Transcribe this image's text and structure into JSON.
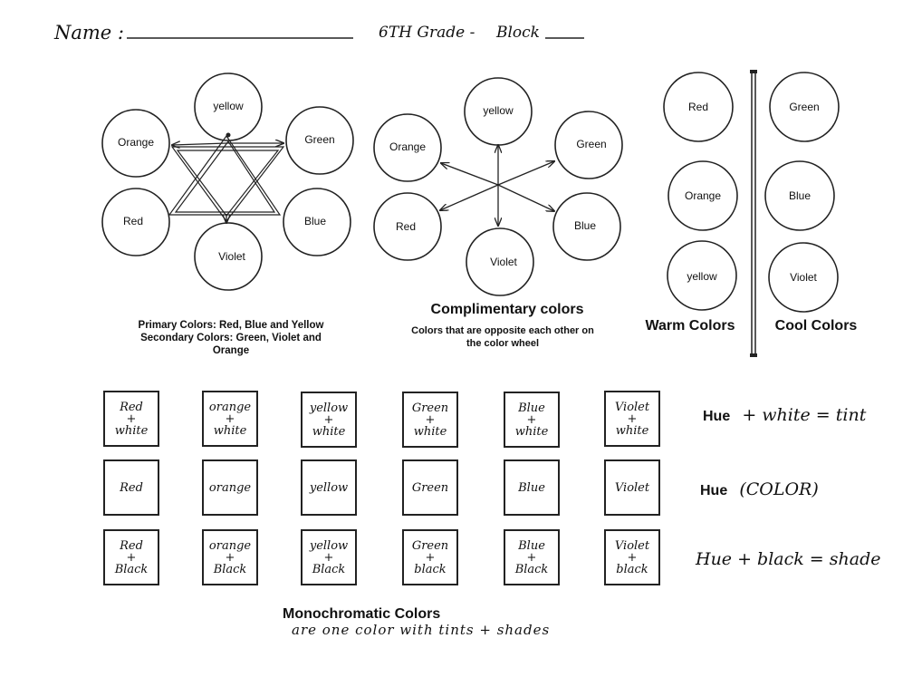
{
  "header": {
    "name_label": "Name :",
    "grade_label": "6TH Grade -",
    "block_label": "Block"
  },
  "wheel1": {
    "circles": [
      "yellow",
      "Orange",
      "Green",
      "Red",
      "Blue",
      "Violet"
    ],
    "caption_line1": "Primary Colors: Red, Blue and Yellow",
    "caption_line2": "Secondary Colors: Green, Violet and",
    "caption_line3": "Orange"
  },
  "wheel2": {
    "circles": [
      "yellow",
      "Orange",
      "Green",
      "Red",
      "Blue",
      "Violet"
    ],
    "title": "Complimentary colors",
    "caption_line1": "Colors that are opposite each other on",
    "caption_line2": "the color wheel"
  },
  "warm": {
    "circles": [
      "Red",
      "Orange",
      "yellow"
    ],
    "title": "Warm Colors"
  },
  "cool": {
    "circles": [
      "Green",
      "Blue",
      "Violet"
    ],
    "title": "Cool Colors"
  },
  "grid": {
    "tints": [
      "Red\n+\nwhite",
      "orange\n+\nwhite",
      "yellow\n+\nwhite",
      "Green\n+\nwhite",
      "Blue\n+\nwhite",
      "Violet\n+\nwhite"
    ],
    "hues": [
      "Red",
      "orange",
      "yellow",
      "Green",
      "Blue",
      "Violet"
    ],
    "shades": [
      "Red\n+\nBlack",
      "orange\n+\nBlack",
      "yellow\n+\nBlack",
      "Green\n+\nblack",
      "Blue\n+\nBlack",
      "Violet\n+\nblack"
    ],
    "tint_eq_bold": "Hue",
    "tint_eq_rest": "+ white = tint",
    "hue_eq_bold": "Hue",
    "hue_eq_rest": "(COLOR)",
    "shade_eq": "Hue + black = shade"
  },
  "footer": {
    "title": "Monochromatic Colors",
    "subtitle": "are one color with tints + shades"
  }
}
